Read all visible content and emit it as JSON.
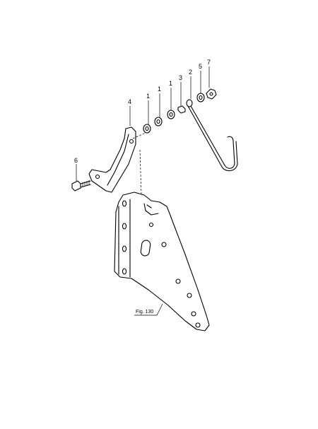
{
  "callouts": {
    "c1a": "1",
    "c1b": "1",
    "c1c": "1",
    "c2": "2",
    "c3": "3",
    "c4": "4",
    "c5": "5",
    "c6": "6",
    "c7": "7"
  },
  "figure_reference": "Fig. 130"
}
